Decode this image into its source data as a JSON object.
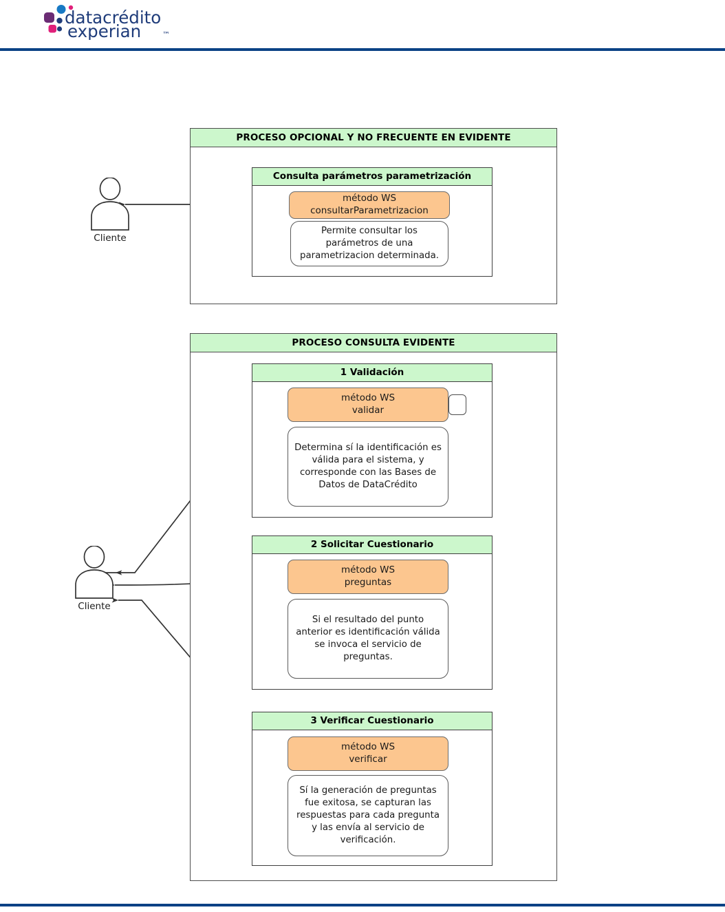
{
  "brand": {
    "name": "datacredito experian",
    "line1": "datacrédito",
    "line2": "experian",
    "trademark": "™",
    "colors": {
      "wordmark_blue": "#1f3c7a",
      "dot_blue": "#1779c4",
      "dot_purple": "#6b2c74",
      "dot_magenta": "#e0207a",
      "rule_blue": "#0b4285"
    }
  },
  "diagram": {
    "type": "process-flow",
    "actors": [
      {
        "id": "actor-top",
        "label": "Cliente"
      },
      {
        "id": "actor-bottom",
        "label": "Cliente"
      }
    ],
    "processes": [
      {
        "id": "proceso-opcional",
        "title": "PROCESO OPCIONAL Y NO FRECUENTE EN EVIDENTE",
        "steps": [
          {
            "id": "consulta-parametros",
            "title": "Consulta parámetros parametrización",
            "method_prefix": "método WS",
            "method_name": "consultarParametrizacion",
            "has_tab": false,
            "description": "Permite consultar los parámetros de una parametrizacion determinada."
          }
        ]
      },
      {
        "id": "proceso-consulta-evidente",
        "title": "PROCESO CONSULTA EVIDENTE",
        "steps": [
          {
            "id": "validacion",
            "title": "1 Validación",
            "method_prefix": "método WS",
            "method_name": "validar",
            "has_tab": true,
            "description": "Determina sí la identificación es válida para el sistema, y corresponde con las Bases de Datos de DataCrédito"
          },
          {
            "id": "solicitar-cuestionario",
            "title": "2 Solicitar Cuestionario",
            "method_prefix": "método WS",
            "method_name": "preguntas",
            "has_tab": false,
            "description": "Si el resultado del punto anterior es identificación válida se invoca el servicio de preguntas."
          },
          {
            "id": "verificar-cuestionario",
            "title": "3 Verificar Cuestionario",
            "method_prefix": "método WS",
            "method_name": "verificar",
            "has_tab": false,
            "description": "Sí la generación de preguntas fue exitosa, se capturan las respuestas para cada pregunta y las envía al servicio de verificación."
          }
        ]
      }
    ],
    "connections": [
      {
        "from": "actor-top",
        "to": "consulta-parametros",
        "style": "double-arrow"
      },
      {
        "from": "actor-bottom",
        "to": "validacion",
        "style": "double-arrow"
      },
      {
        "from": "actor-bottom",
        "to": "solicitar-cuestionario",
        "style": "double-arrow"
      },
      {
        "from": "actor-bottom",
        "to": "verificar-cuestionario",
        "style": "double-arrow"
      }
    ],
    "colors": {
      "header_green": "#ccf7cc",
      "method_orange": "#fcc68f",
      "border_gray": "#4d4d4d",
      "arrow": "#333333"
    }
  }
}
